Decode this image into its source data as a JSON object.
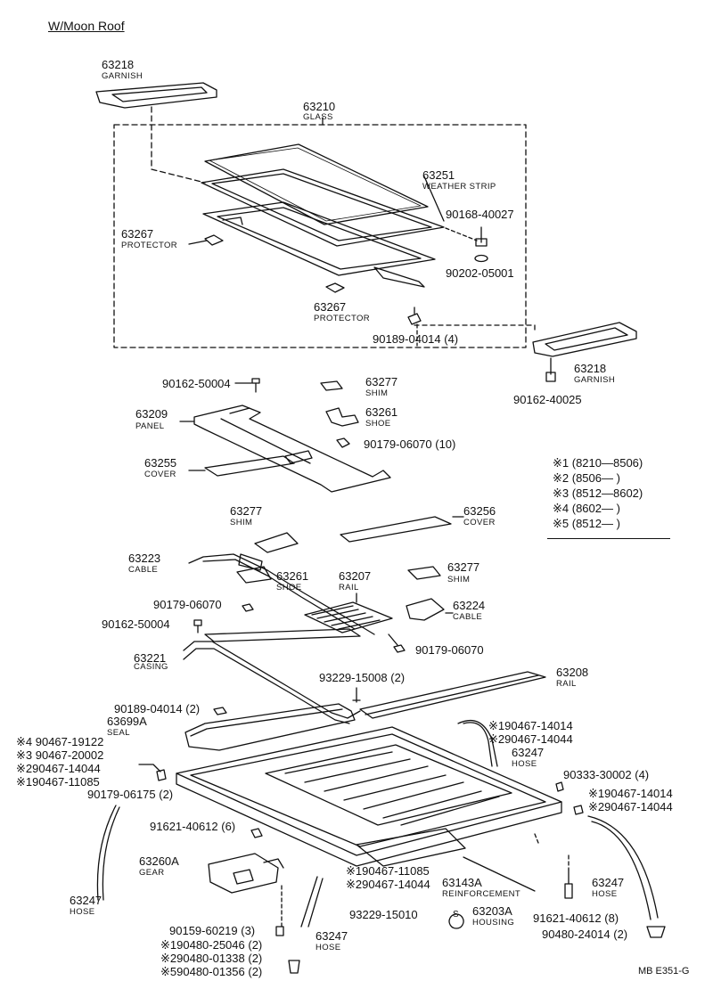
{
  "title": "W/Moon Roof",
  "code": "MB  E351-G",
  "labels": {
    "garnish_top_pn": "63218",
    "garnish_top_nm": "GARNISH",
    "glass_pn": "63210",
    "glass_nm": "GLASS",
    "weather_pn": "63251",
    "weather_nm": "WEATHER STRIP",
    "p_90168_40027": "90168-40027",
    "p_90202_05001": "90202-05001",
    "protector1_pn": "63267",
    "protector1_nm": "PROTECTOR",
    "protector2_pn": "63267",
    "protector2_nm": "PROTECTOR",
    "p_90189_04014_4": "90189-04014 (4)",
    "garnish_r_pn": "63218",
    "garnish_r_nm": "GARNISH",
    "p_90162_40025": "90162-40025",
    "p_90162_50004_a": "90162-50004",
    "shim1_pn": "63277",
    "shim1_nm": "SHIM",
    "panel_pn": "63209",
    "panel_nm": "PANEL",
    "shoe1_pn": "63261",
    "shoe1_nm": "SHOE",
    "p_90179_06070_10": "90179-06070 (10)",
    "cover1_pn": "63255",
    "cover1_nm": "COVER",
    "shim2_pn": "63277",
    "shim2_nm": "SHIM",
    "cover2_pn": "63256",
    "cover2_nm": "COVER",
    "cable1_pn": "63223",
    "cable1_nm": "CABLE",
    "shoe2_pn": "63261",
    "shoe2_nm": "SHOE",
    "rail1_pn": "63207",
    "rail1_nm": "RAIL",
    "shim3_pn": "63277",
    "shim3_nm": "SHIM",
    "p_90179_06070_a": "90179-06070",
    "cable2_pn": "63224",
    "cable2_nm": "CABLE",
    "p_90162_50004_b": "90162-50004",
    "p_90179_06070_b": "90179-06070",
    "casing_pn": "63221",
    "casing_nm": "CASING",
    "p_93229_15008": "93229-15008 (2)",
    "rail2_pn": "63208",
    "rail2_nm": "RAIL",
    "p_90189_04014_2": "90189-04014 (2)",
    "seal_pn": "63699A",
    "seal_nm": "SEAL",
    "hose_r1a": "※190467-14014",
    "hose_r1b": "※290467-14044",
    "hose1_pn": "63247",
    "hose1_nm": "HOSE",
    "l_4_19122": "※4 90467-19122",
    "l_3_20002": "※3 90467-20002",
    "l_2_14044": "※290467-14044",
    "l_1_11085": "※190467-11085",
    "p_90333_30002": "90333-30002 (4)",
    "p_90179_06175": "90179-06175 (2)",
    "r_1_14014": "※190467-14014",
    "r_2_14044": "※290467-14044",
    "p_91621_40612_6": "91621-40612 (6)",
    "gear_pn": "63260A",
    "gear_nm": "GEAR",
    "c_1_11085": "※190467-11085",
    "c_2_14044": "※290467-14044",
    "reinf_pn": "63143A",
    "reinf_nm": "REINFORCEMENT",
    "hose2_pn": "63247",
    "hose2_nm": "HOSE",
    "hose3_pn": "63247",
    "hose3_nm": "HOSE",
    "p_93229_15010": "93229-15010",
    "housing_pn": "63203A",
    "housing_nm": "HOUSING",
    "p_91621_40612_8": "91621-40612 (8)",
    "p_90159_60219": "90159-60219 (3)",
    "p_90480_24014": "90480-24014 (2)",
    "hose4_pn": "63247",
    "hose4_nm": "HOSE",
    "b_1_25046": "※190480-25046 (2)",
    "b_2_01338": "※290480-01338 (2)",
    "b_5_01356": "※590480-01356 (2)",
    "circle_s": "S"
  },
  "legend": [
    "※1 (8210—8506)",
    "※2 (8506—      )",
    "※3 (8512—8602)",
    "※4 (8602—      )",
    "※5 (8512—      )"
  ]
}
